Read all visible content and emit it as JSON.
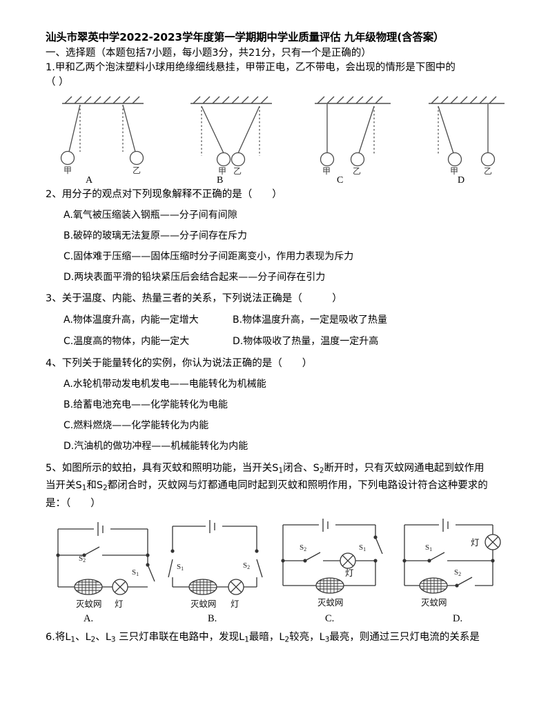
{
  "document": {
    "title": "汕头市翠英中学2022-2023学年度第一学期期中学业质量评估 九年级物理(含答案）",
    "section_heading": "一、选择题（本题包括7小题，每小题3分，共21分，只有一个是正确的）"
  },
  "questions": [
    {
      "number": "1",
      "stem_line1": "1.甲和乙两个泡沫塑料小球用绝缘细线悬挂，甲带正电，乙不带电，会出现的情形是下图中的",
      "stem_line2": "（ ）",
      "figure": {
        "type": "pendulum-choices",
        "panels": [
          {
            "label": "A",
            "left_ball_name": "甲",
            "right_ball_name": "乙",
            "left_tilt": "outward",
            "right_tilt": "outward"
          },
          {
            "label": "B",
            "left_ball_name": "甲",
            "right_ball_name": "乙",
            "left_tilt": "inward",
            "right_tilt": "inward"
          },
          {
            "label": "C",
            "left_ball_name": "甲",
            "right_ball_name": "乙",
            "left_tilt": "none",
            "right_tilt": "inward"
          },
          {
            "label": "D",
            "left_ball_name": "甲",
            "right_ball_name": "乙",
            "left_tilt": "outward",
            "right_tilt": "none"
          }
        ]
      }
    },
    {
      "number": "2",
      "stem": "2、用分子的观点对下列现象解释不正确的是（　　）",
      "options": [
        "A.氧气被压缩装入钢瓶——分子间有间隙",
        "B.破碎的玻璃无法复原——分子间存在斥力",
        "C.固体难于压缩——固体压缩时分子间距离变小，作用力表现为斥力",
        "D.两块表面平滑的铅块紧压后会结合起来——分子间存在引力"
      ]
    },
    {
      "number": "3",
      "stem": "3、关于温度、内能、热量三者的关系，下列说法正确是（　　　）",
      "options_grid": [
        [
          "A.物体温度升高，内能一定增大",
          "B.物体温度升高，一定是吸收了热量"
        ],
        [
          "C.温度高的物体，内能一定大",
          "D.物体吸收了热量，温度一定升高"
        ]
      ]
    },
    {
      "number": "4",
      "stem": "4、下列关于能量转化的实例，你认为说法正确的是（　　）",
      "options": [
        "A.水轮机带动发电机发电——电能转化为机械能",
        "B.给蓄电池充电——化学能转化为电能",
        "C.燃料燃烧——化学能转化为内能",
        "D.汽油机的做功冲程——机械能转化为内能"
      ]
    },
    {
      "number": "5",
      "stem_line1_a": "5、如图所示的蚊拍，具有灭蚊和照明功能，当开关S",
      "stem_line1_sub1": "1",
      "stem_line1_b": "闭合、S",
      "stem_line1_sub2": "2",
      "stem_line1_c": "断开时，只有灭蚊网通电起到蚊作用",
      "stem_line2_a": "当开关S",
      "stem_line2_sub1": "1",
      "stem_line2_b": "和S",
      "stem_line2_sub2": "2",
      "stem_line2_c": "都闭合时，灭蚊网与灯都通电同时起到灭蚊和照明作用，下列电路设计符合这种要求的",
      "stem_line3": "是：（　　）",
      "figure": {
        "type": "circuit-choices",
        "component_labels": {
          "net": "灭蚊网",
          "lamp": "灯"
        },
        "switch_labels": {
          "s1": "S",
          "s1_sub": "1",
          "s2": "S",
          "s2_sub": "2"
        },
        "panels": [
          {
            "label": "A.",
            "bottom_components": [
              "灭蚊网",
              "灯"
            ],
            "middle_switch": "S2",
            "right_switch": "S1"
          },
          {
            "label": "B.",
            "bottom_components": [
              "灭蚊网",
              "灯"
            ],
            "left_switch": "S1",
            "right_switch": "S2"
          },
          {
            "label": "C.",
            "middle_components": [
              "S2",
              "灯"
            ],
            "bottom_components": [
              "灭蚊网"
            ],
            "right_switch": "S1"
          },
          {
            "label": "D.",
            "right_branch_component": "灯",
            "middle_switch": "S1",
            "bottom_components": [
              "灭蚊网",
              "S2"
            ]
          }
        ]
      }
    },
    {
      "number": "6",
      "stem_parts": {
        "p1": "6.将L",
        "s1": "1",
        "p2": "、L",
        "s2": "2",
        "p3": "、L",
        "s3": "3",
        "p4": " 三只灯串联在电路中，发现L",
        "s4": "1",
        "p5": "最暗，L",
        "s5": "2",
        "p6": "较亮，L",
        "s6": "3",
        "p7": "最亮，则通过三只灯电流的关系是"
      }
    }
  ],
  "colors": {
    "ink": "#000000",
    "figure_stroke": "#4a4a4a",
    "page_background": "#ffffff"
  }
}
